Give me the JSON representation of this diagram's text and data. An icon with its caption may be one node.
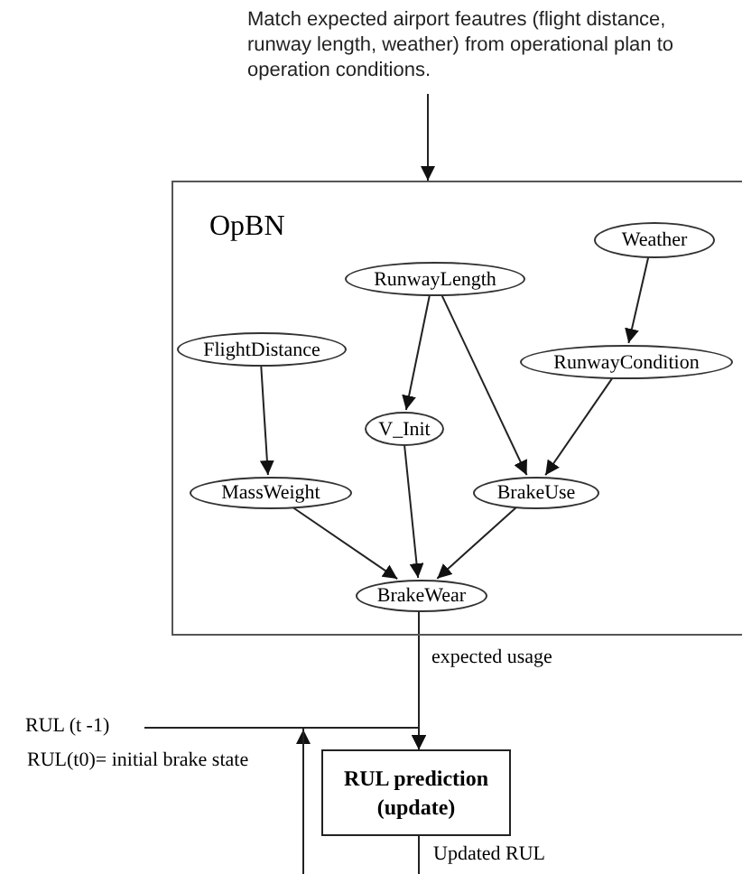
{
  "diagram": {
    "nodes": [
      {
        "text": [
          "Match expected airport feautres (flight distance, runway length, weather) from operational plan to operation conditions."
        ]
      },
      {
        "text": [
          "OpBN"
        ]
      },
      {
        "text": [
          "Weather"
        ],
        "in": 1
      },
      {
        "text": [
          "RunwayLength"
        ],
        "in": 1
      },
      {
        "text": [
          "FlightDistance"
        ],
        "in": 1
      },
      {
        "text": [
          "RunwayCondition"
        ],
        "in": 1
      },
      {
        "text": [
          "V_Init"
        ],
        "in": 1
      },
      {
        "text": [
          "MassWeight"
        ],
        "in": 1
      },
      {
        "text": [
          "BrakeUse"
        ],
        "in": 1
      },
      {
        "text": [
          "BrakeWear"
        ],
        "in": 1
      },
      {
        "text": [
          "RUL prediction (update)"
        ]
      },
      {
        "text": [
          "RUL (t -1)"
        ],
        "beside": [
          "RUL(t0)= initial brake state"
        ]
      }
    ],
    "edges": [
      {
        "from": 0,
        "to": 1,
        "arrow": "to"
      },
      {
        "from": 2,
        "to": 5,
        "arrow": "to"
      },
      {
        "from": 3,
        "to": 6,
        "arrow": "to"
      },
      {
        "from": 3,
        "to": 8,
        "arrow": "to"
      },
      {
        "from": 5,
        "to": 8,
        "arrow": "to"
      },
      {
        "from": 4,
        "to": 7,
        "arrow": "to"
      },
      {
        "from": 7,
        "to": 9,
        "arrow": "to"
      },
      {
        "from": 6,
        "to": 9,
        "arrow": "to"
      },
      {
        "from": 8,
        "to": 9,
        "arrow": "to"
      },
      {
        "from": 9,
        "to": 10,
        "arrow": "to",
        "label": "expected usage"
      },
      {
        "from": 11,
        "to": 10,
        "arrow": "to"
      },
      {
        "from": null,
        "to": 10,
        "arrow": "to"
      },
      {
        "from": 10,
        "to": null,
        "arrow": "none",
        "label": "Updated RUL"
      }
    ]
  }
}
